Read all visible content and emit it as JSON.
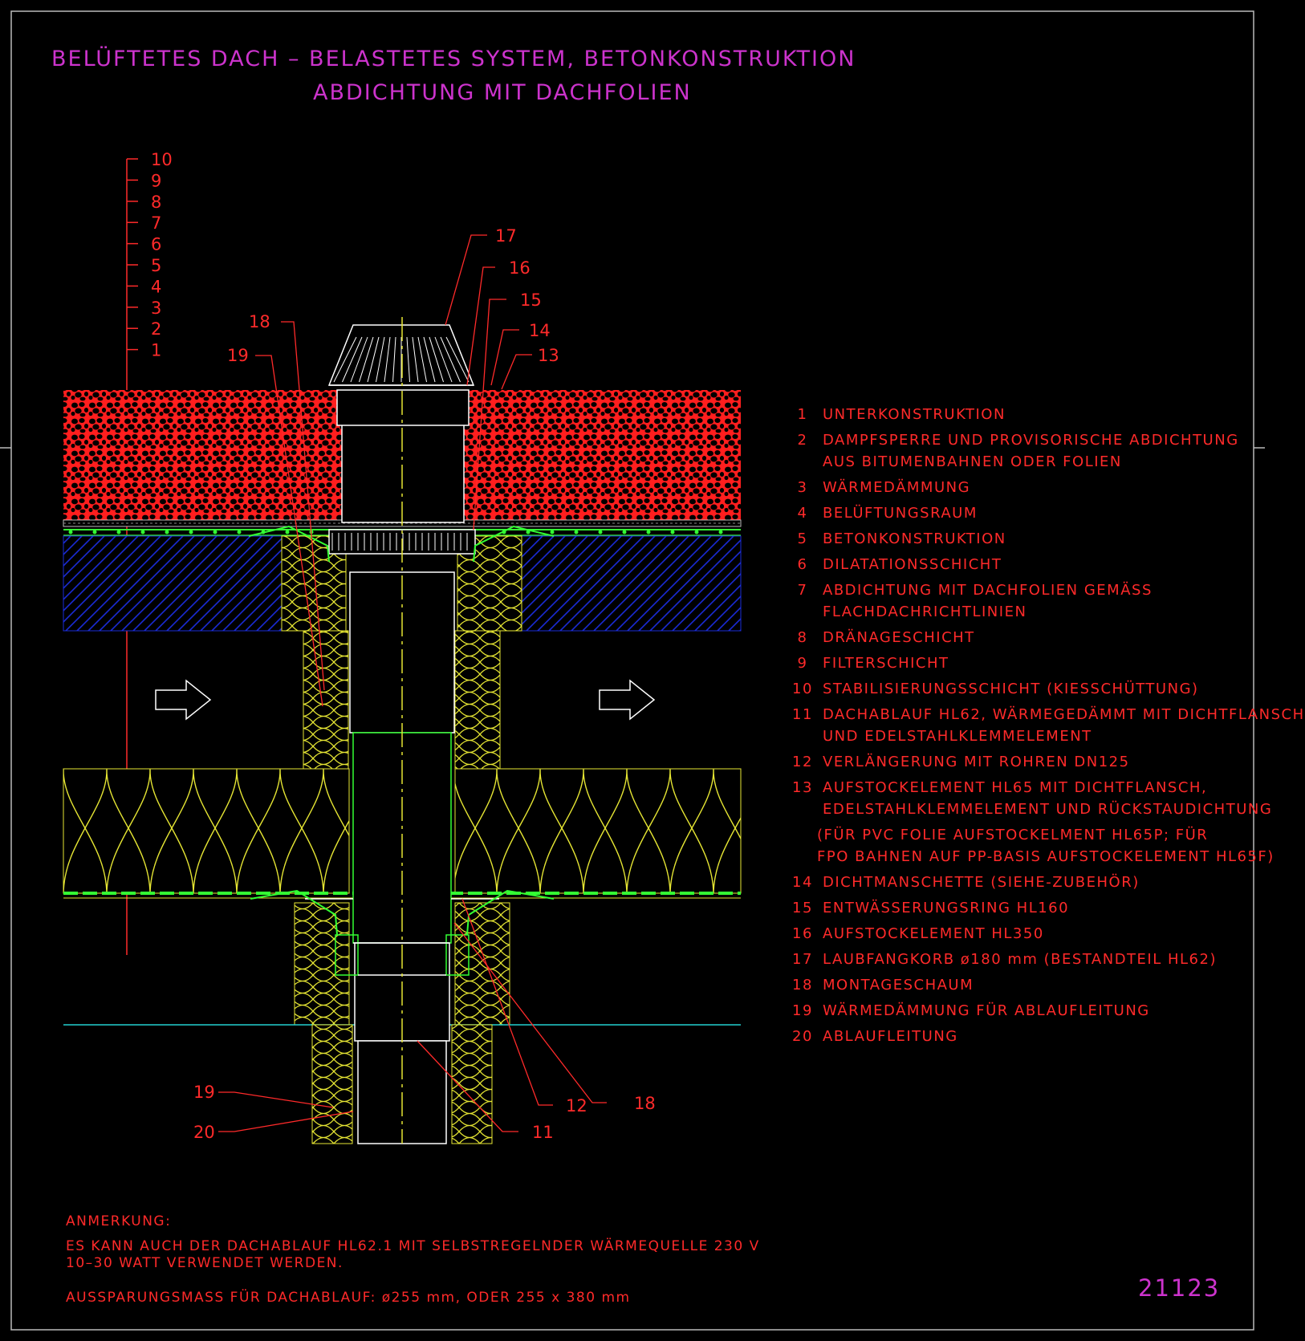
{
  "title": {
    "line1": "BELÜFTETES DACH – BELASTETES SYSTEM, BETONKONSTRUKTION",
    "line2": "ABDICHTUNG MIT DACHFOLIEN"
  },
  "layer_scale": [
    "10",
    "9",
    "8",
    "7",
    "6",
    "5",
    "4",
    "3",
    "2",
    "1"
  ],
  "callouts": {
    "c17": "17",
    "c16": "16",
    "c15": "15",
    "c14": "14",
    "c13": "13",
    "c18_top": "18",
    "c19_top": "19",
    "c12": "12",
    "c18_bottom": "18",
    "c11": "11",
    "c19_bottom": "19",
    "c20": "20"
  },
  "legend": [
    {
      "num": "1",
      "lines": [
        "UNTERKONSTRUKTION"
      ]
    },
    {
      "num": "2",
      "lines": [
        "DAMPFSPERRE UND PROVISORISCHE ABDICHTUNG",
        "AUS BITUMENBAHNEN ODER FOLIEN"
      ]
    },
    {
      "num": "3",
      "lines": [
        "WÄRMEDÄMMUNG"
      ]
    },
    {
      "num": "4",
      "lines": [
        "BELÜFTUNGSRAUM"
      ]
    },
    {
      "num": "5",
      "lines": [
        "BETONKONSTRUKTION"
      ]
    },
    {
      "num": "6",
      "lines": [
        "DILATATIONSSCHICHT"
      ]
    },
    {
      "num": "7",
      "lines": [
        "ABDICHTUNG MIT DACHFOLIEN GEMÄSS",
        "FLACHDACHRICHTLINIEN"
      ]
    },
    {
      "num": "8",
      "lines": [
        "DRÄNAGESCHICHT"
      ]
    },
    {
      "num": "9",
      "lines": [
        "FILTERSCHICHT"
      ]
    },
    {
      "num": "10",
      "lines": [
        "STABILISIERUNGSSCHICHT (KIESSCHÜTTUNG)"
      ]
    },
    {
      "num": "11",
      "lines": [
        "DACHABLAUF HL62, WÄRMEGEDÄMMT MIT DICHTFLANSCH",
        "UND EDELSTAHLKLEMMELEMENT"
      ]
    },
    {
      "num": "12",
      "lines": [
        "VERLÄNGERUNG MIT ROHREN DN125"
      ]
    },
    {
      "num": "13",
      "lines": [
        "AUFSTOCKELEMENT HL65 MIT DICHTFLANSCH,",
        "EDELSTAHLKLEMMELEMENT UND RÜCKSTAUDICHTUNG"
      ]
    },
    {
      "num": "",
      "lines": [
        "(FÜR PVC FOLIE AUFSTOCKELMENT HL65P; FÜR",
        "FPO BAHNEN AUF PP-BASIS AUFSTOCKELEMENT HL65F)"
      ]
    },
    {
      "num": "14",
      "lines": [
        "DICHTMANSCHETTE (SIEHE-ZUBEHÖR)"
      ]
    },
    {
      "num": "15",
      "lines": [
        "ENTWÄSSERUNGSRING HL160"
      ]
    },
    {
      "num": "16",
      "lines": [
        "AUFSTOCKELEMENT HL350"
      ]
    },
    {
      "num": "17",
      "lines": [
        "LAUBFANGKORB ø180 mm (BESTANDTEIL HL62)"
      ]
    },
    {
      "num": "18",
      "lines": [
        "MONTAGESCHAUM"
      ]
    },
    {
      "num": "19",
      "lines": [
        "WÄRMEDÄMMUNG FÜR ABLAUFLEITUNG"
      ]
    },
    {
      "num": "20",
      "lines": [
        "ABLAUFLEITUNG"
      ]
    }
  ],
  "notes": {
    "heading": "ANMERKUNG:",
    "line1": "ES KANN AUCH DER DACHABLAUF HL62.1 MIT SELBSTREGELNDER WÄRMEQUELLE 230 V",
    "line2": "10–30 WATT VERWENDET WERDEN.",
    "line3": "AUSSPARUNGSMASS FÜR DACHABLAUF: ø255 mm, ODER 255 x 380 mm"
  },
  "drawing_number": "21123",
  "colors": {
    "background": "#000000",
    "title": "#cc33cc",
    "text": "#ff2a2a",
    "gravel": "#ff2020",
    "concrete_hatch": "#1a2bd6",
    "insulation": "#e6e633",
    "membrane": "#33ff33",
    "vapour_barrier": "#22d0d0",
    "drain": "#ffffff"
  }
}
